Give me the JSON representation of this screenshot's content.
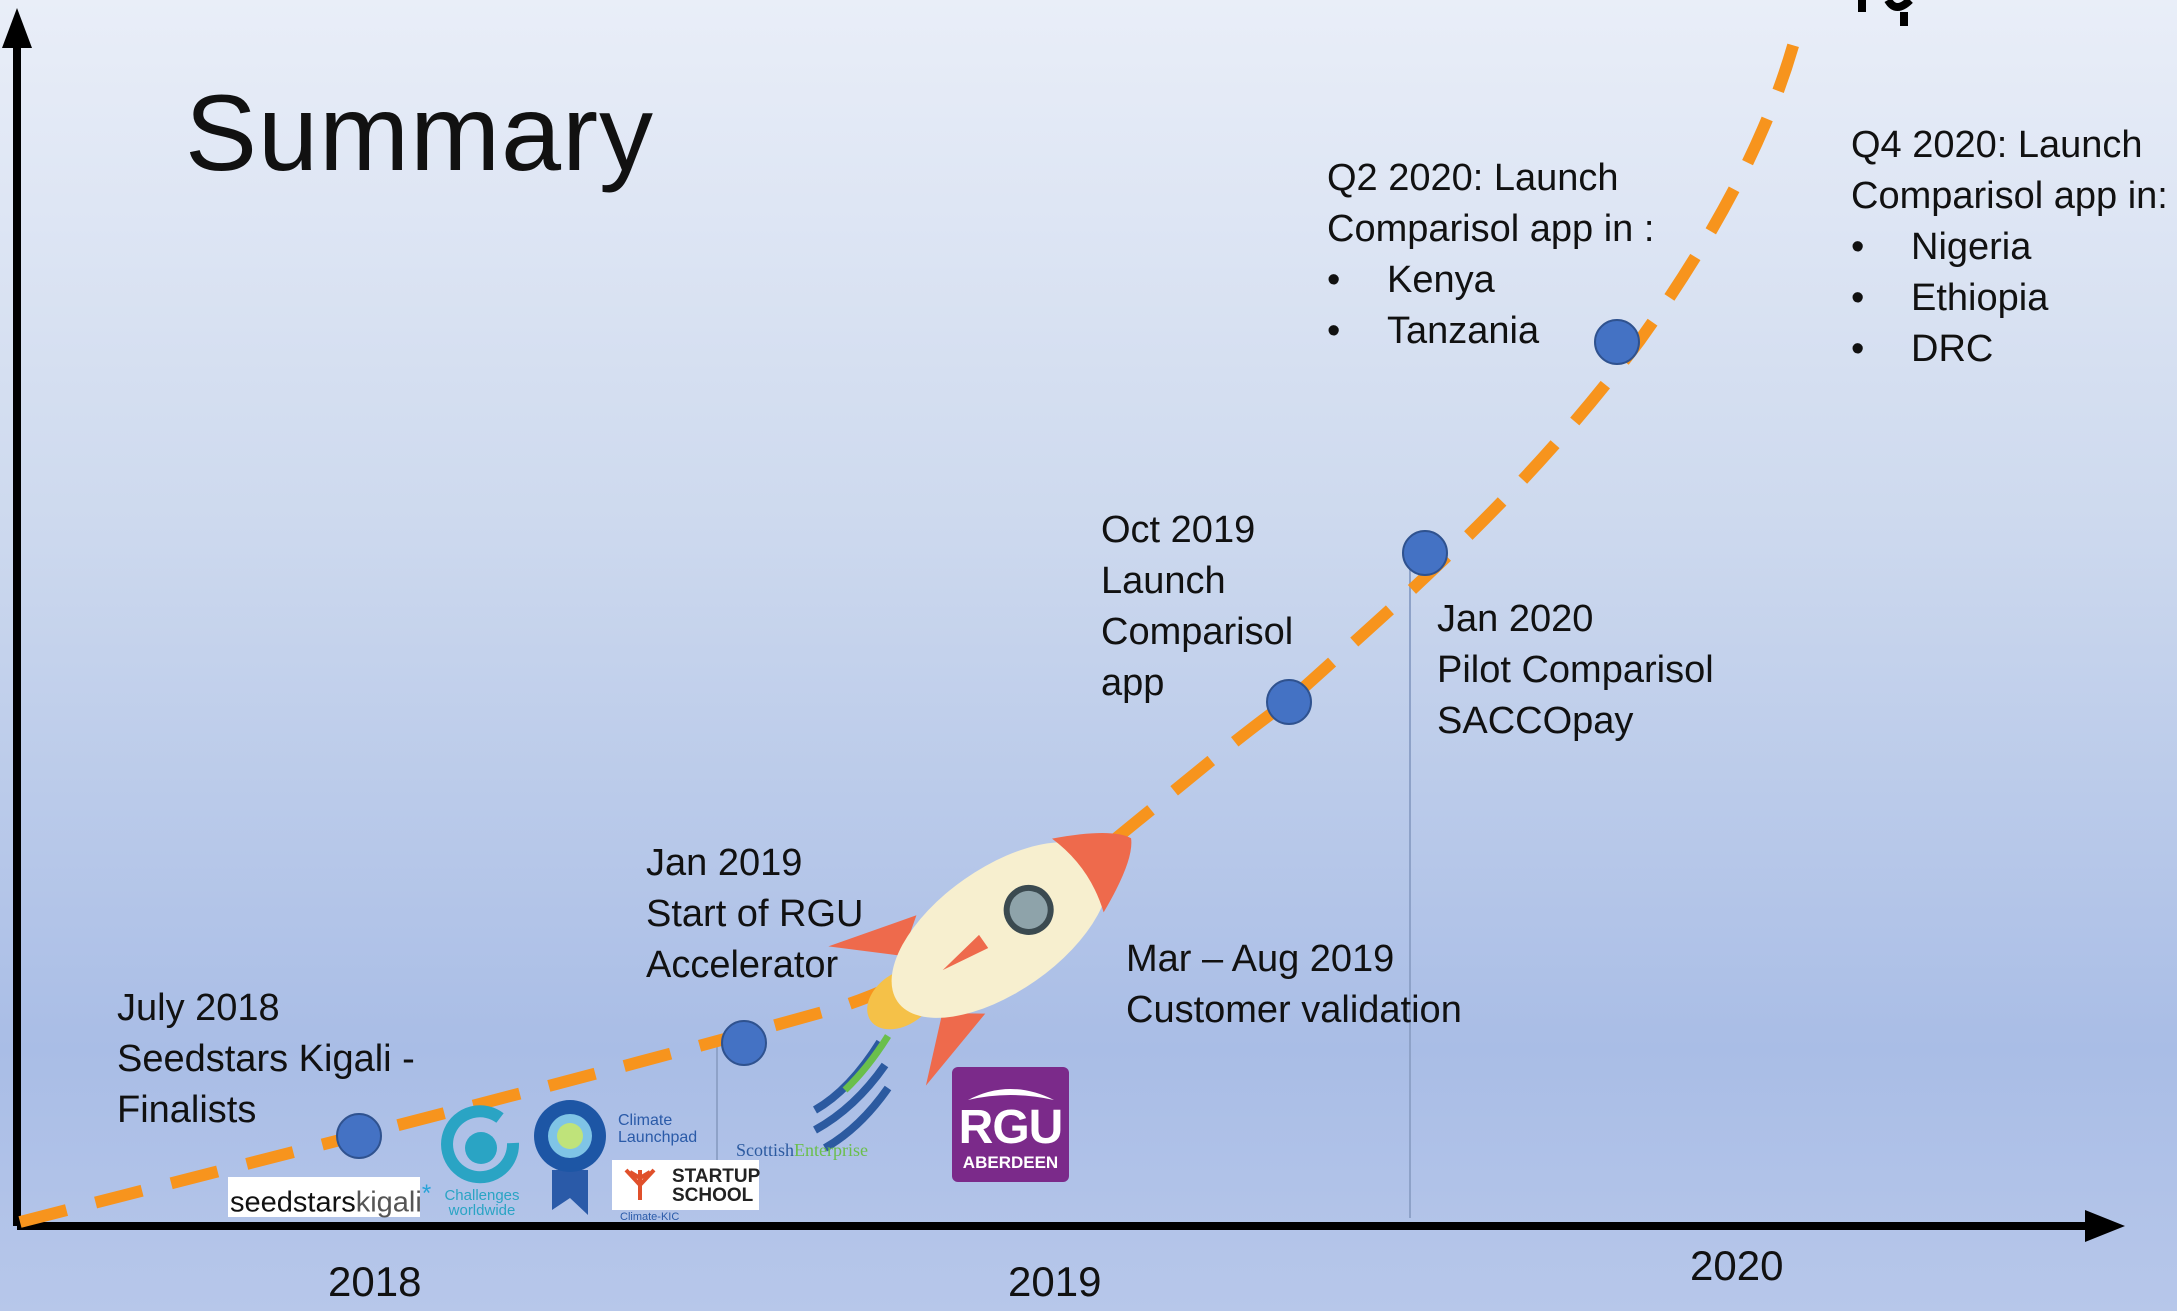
{
  "title": "Summary",
  "milestones": {
    "july_2018": [
      "July 2018",
      "Seedstars Kigali -",
      "Finalists"
    ],
    "jan_2019": [
      "Jan 2019",
      "Start of RGU",
      "Accelerator"
    ],
    "mar_aug_2019": [
      "Mar – Aug 2019",
      "Customer validation"
    ],
    "oct_2019": [
      "Oct 2019",
      "Launch",
      "Comparisol",
      "app"
    ],
    "jan_2020": [
      "Jan 2020",
      "Pilot Comparisol",
      "SACCOpay"
    ],
    "q2_2020": {
      "lines": [
        "Q2 2020: Launch",
        "Comparisol app in :"
      ],
      "countries": [
        "Kenya",
        "Tanzania"
      ]
    },
    "q4_2020": {
      "lines": [
        "Q4 2020: Launch",
        "Comparisol app in:"
      ],
      "countries": [
        "Nigeria",
        "Ethiopia",
        "DRC"
      ]
    }
  },
  "years": [
    "2018",
    "2019",
    "2020"
  ],
  "logos": {
    "seedstars": {
      "text_a": "seedstars",
      "text_b": "kigali",
      "mark": "*"
    },
    "challenges": {
      "line1": "Challenges",
      "line2": "worldwide"
    },
    "climate_launchpad": {
      "line1": "Climate",
      "line2": "Launchpad"
    },
    "startup_school": {
      "line1": "STARTUP",
      "line2": "SCHOOL",
      "sub": "Climate-KIC"
    },
    "scottish_enterprise": {
      "text_a": "Scottish",
      "text_b": "Enterprise"
    },
    "rgu": {
      "text": "RGU",
      "sub": "ABERDEEN"
    }
  },
  "colors": {
    "curve": "#f7941d",
    "dot": "#4472c4",
    "axis": "#000000",
    "rgu_purple": "#7b2a8a"
  }
}
